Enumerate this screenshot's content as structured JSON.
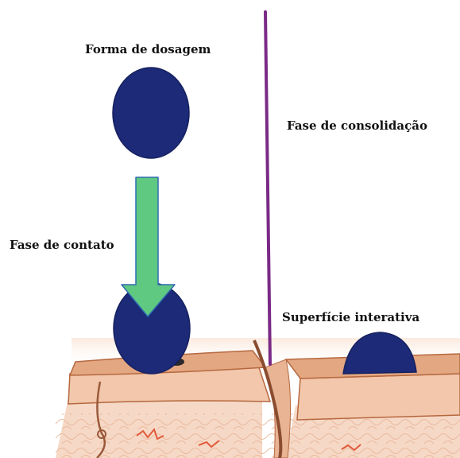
{
  "labels": {
    "dosage_form": "Forma de dosagem",
    "consolidation_phase": "Fase de consolidação",
    "contact_phase": "Fase de contato",
    "interactive_surface": "Superfície interativa"
  },
  "colors": {
    "dose_blob": "#1c2a78",
    "contact_arrow": "#5fc982",
    "arrow_outline": "#2f6cb0",
    "divider": "#7a2a86",
    "skin_surface": "#e3a782",
    "skin_dermis": "#f2c7ac",
    "skin_lower": "#f6d8c6",
    "skin_edge": "#b6683f",
    "hair": "#8a4c2f",
    "vessel": "#e05a3a"
  },
  "icons": {
    "dosage_form": "dose-form-ellipse",
    "contact_arrow": "down-arrow",
    "divider": "vertical-line",
    "skin": "skin-cross-section"
  }
}
